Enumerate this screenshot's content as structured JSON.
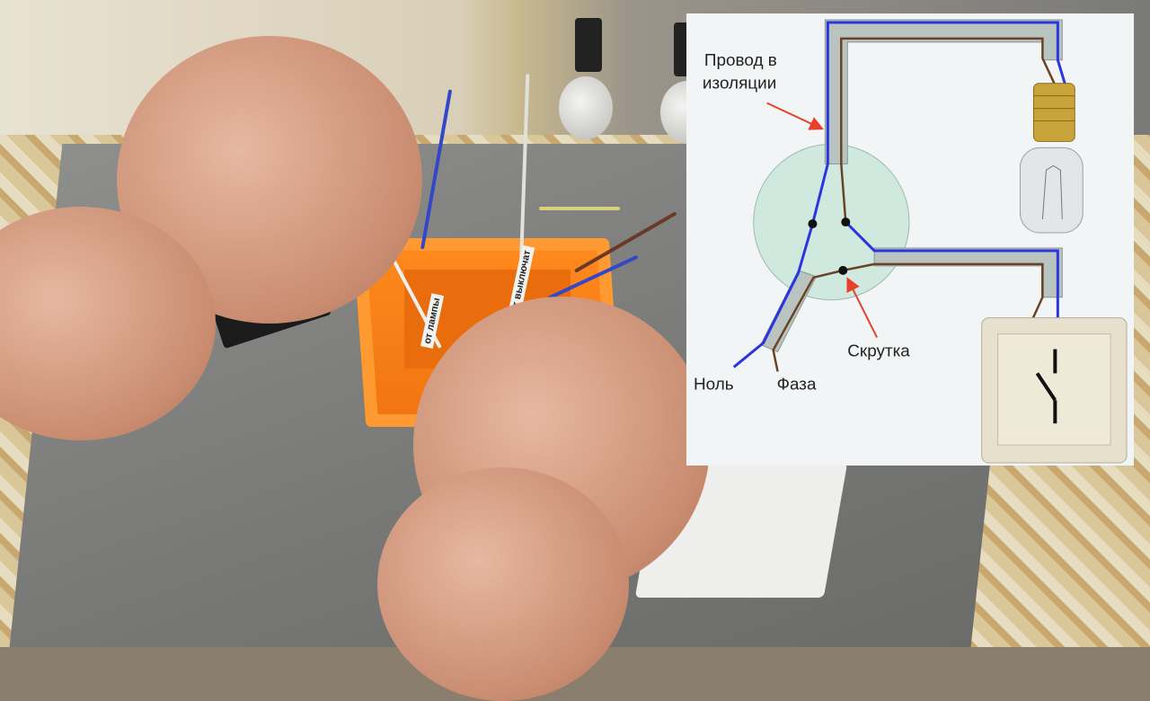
{
  "photo": {
    "tape_labels": [
      "от лампы",
      "от выключат"
    ]
  },
  "diagram": {
    "labels": {
      "insulated_wire_line1": "Провод в",
      "insulated_wire_line2": "изоляции",
      "twist": "Скрутка",
      "neutral": "Ноль",
      "phase": "Фаза"
    },
    "colors": {
      "neutral_wire": "#2a35e0",
      "phase_wire": "#6b4226",
      "insulation": "#b9c4c0",
      "junction_box": "#cfe9df",
      "arrow": "#e8402a"
    }
  }
}
